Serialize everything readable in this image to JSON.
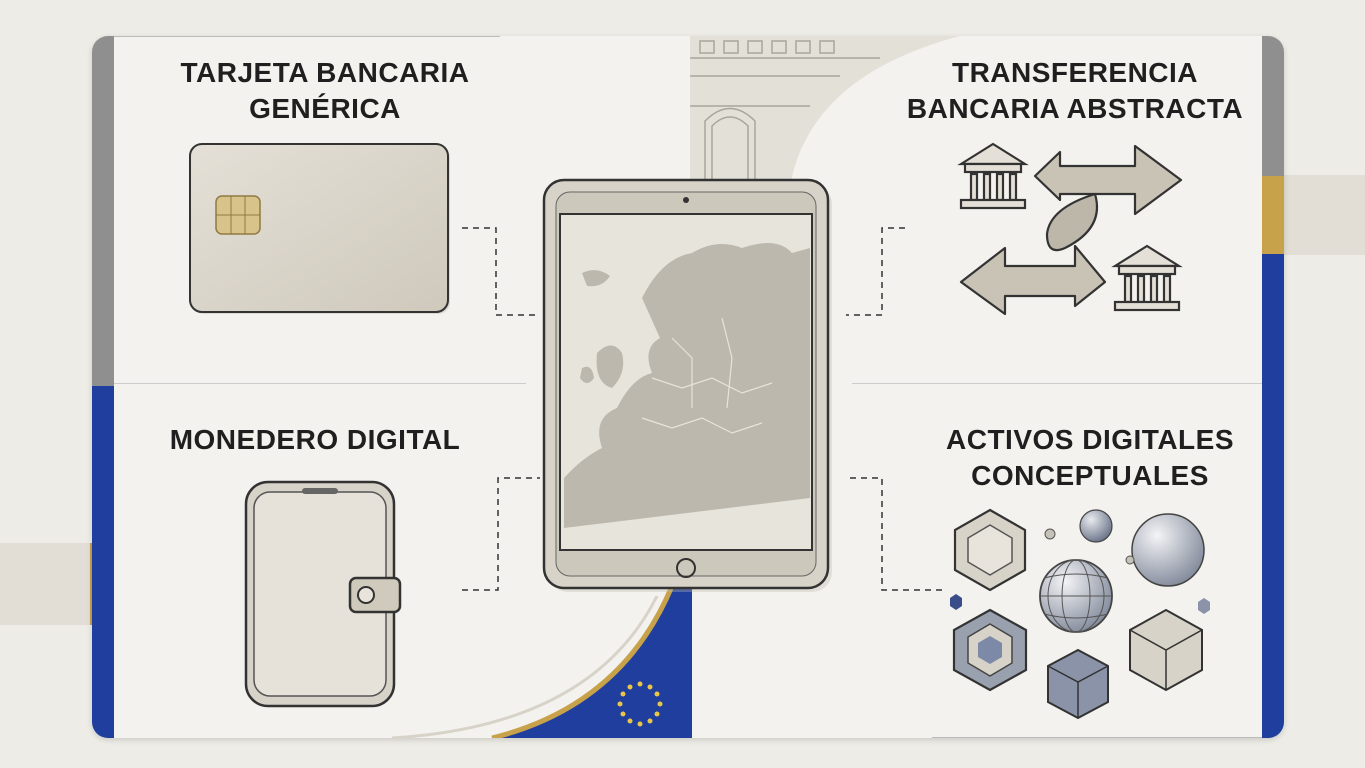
{
  "labels": {
    "card": [
      "TARJETA BANCARIA",
      "GENÉRICA"
    ],
    "transfer": [
      "TRANSFERENCIA",
      "BANCARIA ABSTRACTA"
    ],
    "wallet": [
      "MONEDERO DIGITAL"
    ],
    "assets": [
      "ACTIVOS DIGITALES",
      "CONCEPTUALES"
    ]
  },
  "icons": {
    "center": "tablet-europe-map-icon",
    "card": "bank-card-icon",
    "transfer": "bank-transfer-icon",
    "wallet": "phone-wallet-icon",
    "assets": "digital-assets-icon"
  },
  "colors": {
    "eu_blue": "#1f3e9e",
    "gold": "#c7a24a",
    "stars": "#e9c64a",
    "device": "#d8d3c8",
    "map": "#bdb8ad"
  }
}
